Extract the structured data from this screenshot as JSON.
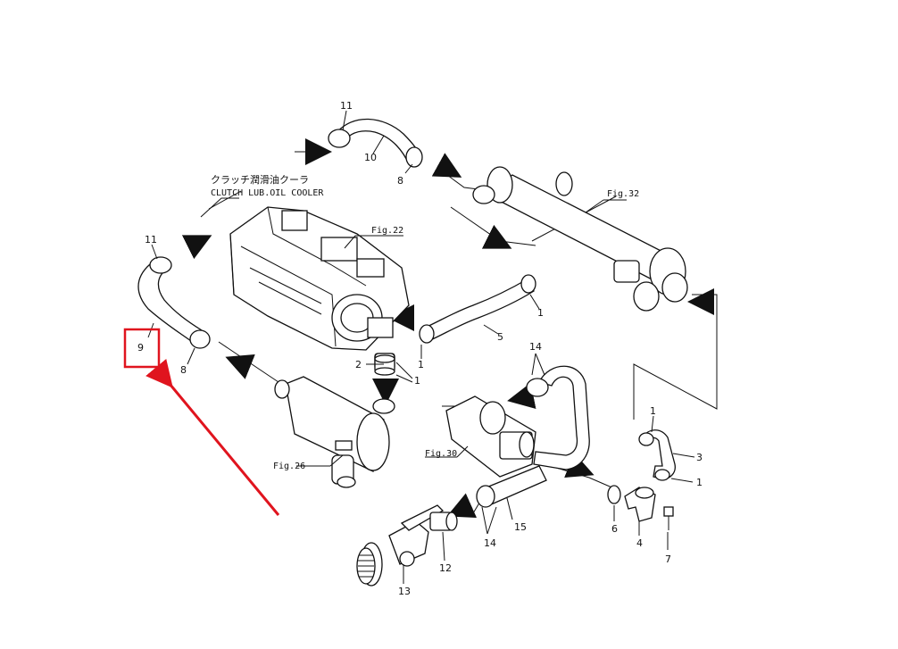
{
  "labels": {
    "p1a": "1",
    "p1b": "1",
    "p1c": "1",
    "p1d": "1",
    "p1e": "1",
    "p2": "2",
    "p3": "3",
    "p4": "4",
    "p5": "5",
    "p6": "6",
    "p7": "7",
    "p8a": "8",
    "p8b": "8",
    "p9": "9",
    "p10": "10",
    "p11a": "11",
    "p11b": "11",
    "p12": "12",
    "p13": "13",
    "p14a": "14",
    "p14b": "14",
    "p15": "15"
  },
  "figures": {
    "fig22": "Fig.22",
    "fig26": "Fig.26",
    "fig30": "Fig.30",
    "fig32": "Fig.32"
  },
  "cooler": {
    "jp": "クラッチ潤滑油クーラ",
    "en": "CLUTCH LUB.OIL COOLER"
  },
  "colors": {
    "highlight": "#e0141e",
    "line": "#111111"
  }
}
